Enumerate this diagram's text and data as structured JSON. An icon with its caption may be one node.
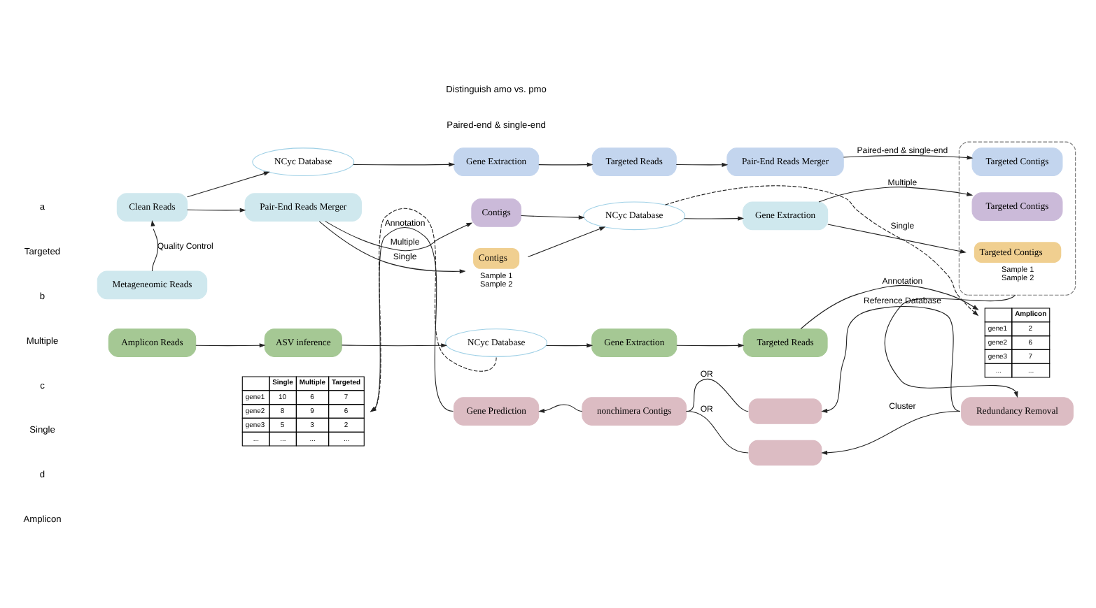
{
  "diagram": {
    "nodes": [
      {
        "text": [
          "Metageneomic Reads"
        ]
      },
      {
        "text": [
          "Clean Reads"
        ]
      },
      {
        "text": [
          "NCyc Database"
        ]
      },
      {
        "text": [
          "Gene Extraction"
        ]
      },
      {
        "text": [
          "Targeted Reads"
        ]
      },
      {
        "text": [
          "Pair-End Reads Merger"
        ]
      },
      {
        "text": [],
        "shape": "box"
      },
      {
        "text": [
          "Targeted Contigs"
        ],
        "in": 6
      },
      {
        "text": [
          "Pair-End Reads Merger"
        ]
      },
      {
        "text": [
          "Contigs"
        ]
      },
      {
        "text": [
          "Contigs"
        ],
        "beside": [
          "Sample 1",
          "Sample 2"
        ]
      },
      {
        "text": [
          "NCyc Database"
        ]
      },
      {
        "text": [
          "Gene Extraction"
        ]
      },
      {
        "text": [
          "Targeted Contigs"
        ],
        "in": 6
      },
      {
        "text": [
          "Targeted Contigs"
        ],
        "in": 6,
        "beside": [
          "Sample 1",
          "Sample 2"
        ]
      },
      {
        "text": [
          "Amplicon Reads"
        ]
      },
      {
        "text": [
          "ASV inference"
        ]
      },
      {
        "text": [
          "NCyc Database"
        ]
      },
      {
        "text": [
          "Gene Extraction"
        ]
      },
      {
        "text": [
          "Targeted Reads"
        ]
      },
      {
        "text": [
          "Amplicon",
          "gene1",
          "2",
          "gene2",
          "6",
          "gene3",
          "7",
          "...",
          "..."
        ]
      },
      {
        "text": [
          "Redundancy Removal"
        ]
      },
      {
        "text": [],
        "shape": "box"
      },
      {
        "text": [],
        "shape": "box"
      },
      {
        "text": [
          "nonchimera Contigs"
        ]
      },
      {
        "text": [
          "Gene Prediction"
        ]
      },
      {
        "text": [
          "Single",
          "Multiple",
          "Targeted",
          "gene1",
          "10",
          "6",
          "7",
          "gene2",
          "8",
          "9",
          "6",
          "gene3",
          "5",
          "3",
          "2",
          "...",
          "...",
          "...",
          "..."
        ]
      }
    ],
    "edges": [
      {
        "from": 0,
        "to": 1,
        "arrow": "to",
        "label": "Quality Control"
      },
      {
        "from": 1,
        "to": 2,
        "arrow": "to"
      },
      {
        "from": 2,
        "to": 3,
        "arrow": "to"
      },
      {
        "from": 3,
        "to": 4,
        "arrow": "to"
      },
      {
        "from": 4,
        "to": 5,
        "arrow": "to"
      },
      {
        "from": 5,
        "to": 7,
        "arrow": "to",
        "label": "Paired-end & single-end"
      },
      {
        "from": 1,
        "to": 8,
        "arrow": "to"
      },
      {
        "from": 8,
        "to": 9,
        "arrow": "to",
        "label": "Multiple"
      },
      {
        "from": 8,
        "to": 10,
        "arrow": "to",
        "label": "Single"
      },
      {
        "from": 9,
        "to": 11,
        "arrow": "to"
      },
      {
        "from": 10,
        "to": 11,
        "arrow": "to"
      },
      {
        "from": 11,
        "to": 12,
        "arrow": "to"
      },
      {
        "from": 12,
        "to": 13,
        "arrow": "to",
        "label": "Multiple"
      },
      {
        "from": 12,
        "to": 14,
        "arrow": "to",
        "label": "Single"
      },
      {
        "from": 11,
        "to": 20,
        "arrow": "to",
        "style": "dashed"
      },
      {
        "from": 15,
        "to": 16,
        "arrow": "to"
      },
      {
        "from": 16,
        "to": 17,
        "arrow": "to"
      },
      {
        "from": 17,
        "to": 18,
        "arrow": "to"
      },
      {
        "from": 18,
        "to": 19,
        "arrow": "to"
      },
      {
        "from": 19,
        "to": 20,
        "arrow": "to",
        "label": "Annotation"
      },
      {
        "from": 17,
        "to": 26,
        "arrow": "to",
        "style": "dashed"
      },
      {
        "from": 6,
        "to": 21,
        "arrow": "to"
      },
      {
        "from": 21,
        "to": 22,
        "arrow": "to",
        "label": "Reference Database"
      },
      {
        "from": 21,
        "to": 23,
        "arrow": "to",
        "label": "Cluster"
      },
      {
        "from": 22,
        "to": 24,
        "arrow": "none",
        "label": "OR"
      },
      {
        "from": 23,
        "to": 24,
        "arrow": "none",
        "label": "OR"
      },
      {
        "from": 24,
        "to": 25,
        "arrow": "to"
      },
      {
        "from": 25,
        "to": 26,
        "arrow": "to",
        "label": "Annotation"
      }
    ],
    "labels": [
      "a",
      "Targeted",
      "b",
      "Multiple",
      "c",
      "Single",
      "d",
      "Amplicon",
      "Paired-end & single-end",
      "Distinguish amo vs. pmo"
    ]
  }
}
